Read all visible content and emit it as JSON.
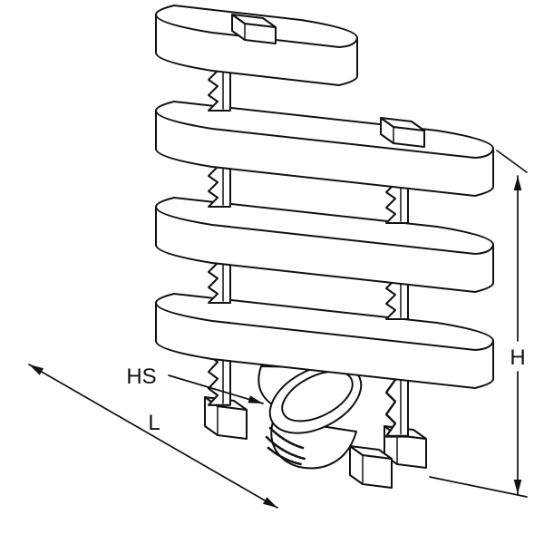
{
  "figure": {
    "description": "Isometric technical line drawing of a stackable rod spacer: four oblong spacer plates stacked on ratcheted posts above a saddle base with a cylindrical clamp and mounting feet",
    "background_color": "#ffffff",
    "line_color": "#111111"
  },
  "annotations": {
    "part_label": "HS",
    "length_dim_label": "L",
    "height_dim_label": "H"
  }
}
